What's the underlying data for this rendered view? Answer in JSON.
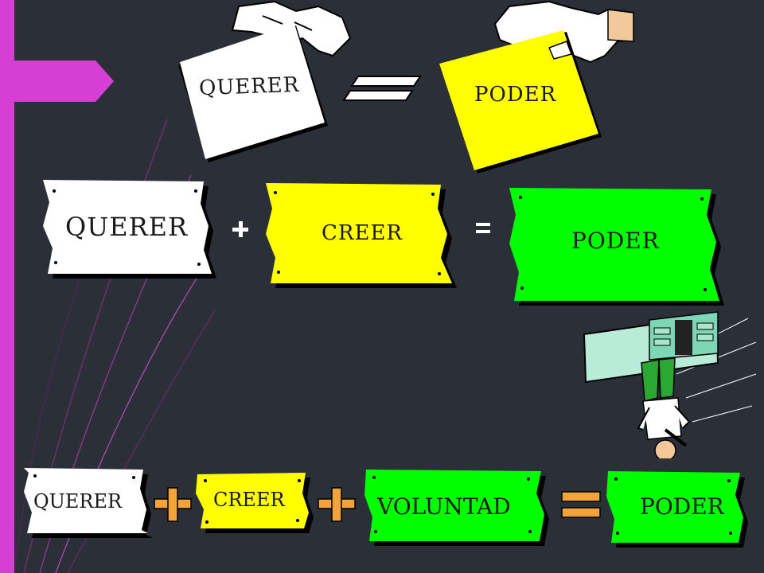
{
  "slide": {
    "colors": {
      "background": "#2b2f37",
      "accent_magenta": "#d63fd3",
      "white_card": "#ffffff",
      "yellow_card": "#ffff00",
      "green_card": "#00ff00",
      "orange_operator": "#f2a33a"
    },
    "row1": {
      "left_card": "QUERER",
      "operator": "=",
      "right_card": "PODER"
    },
    "row2": {
      "card1": "QUERER",
      "op1": "+",
      "card2": "CREER",
      "op2": "=",
      "card3": "PODER"
    },
    "row3": {
      "card1": "QUERER",
      "op1": "+",
      "card2": "CREER",
      "op2": "+",
      "card3": "VOLUNTAD",
      "op3": "=",
      "card4": "PODER"
    },
    "decorations": [
      "hand-holding-card-icon",
      "man-lifting-desk-icon"
    ]
  }
}
